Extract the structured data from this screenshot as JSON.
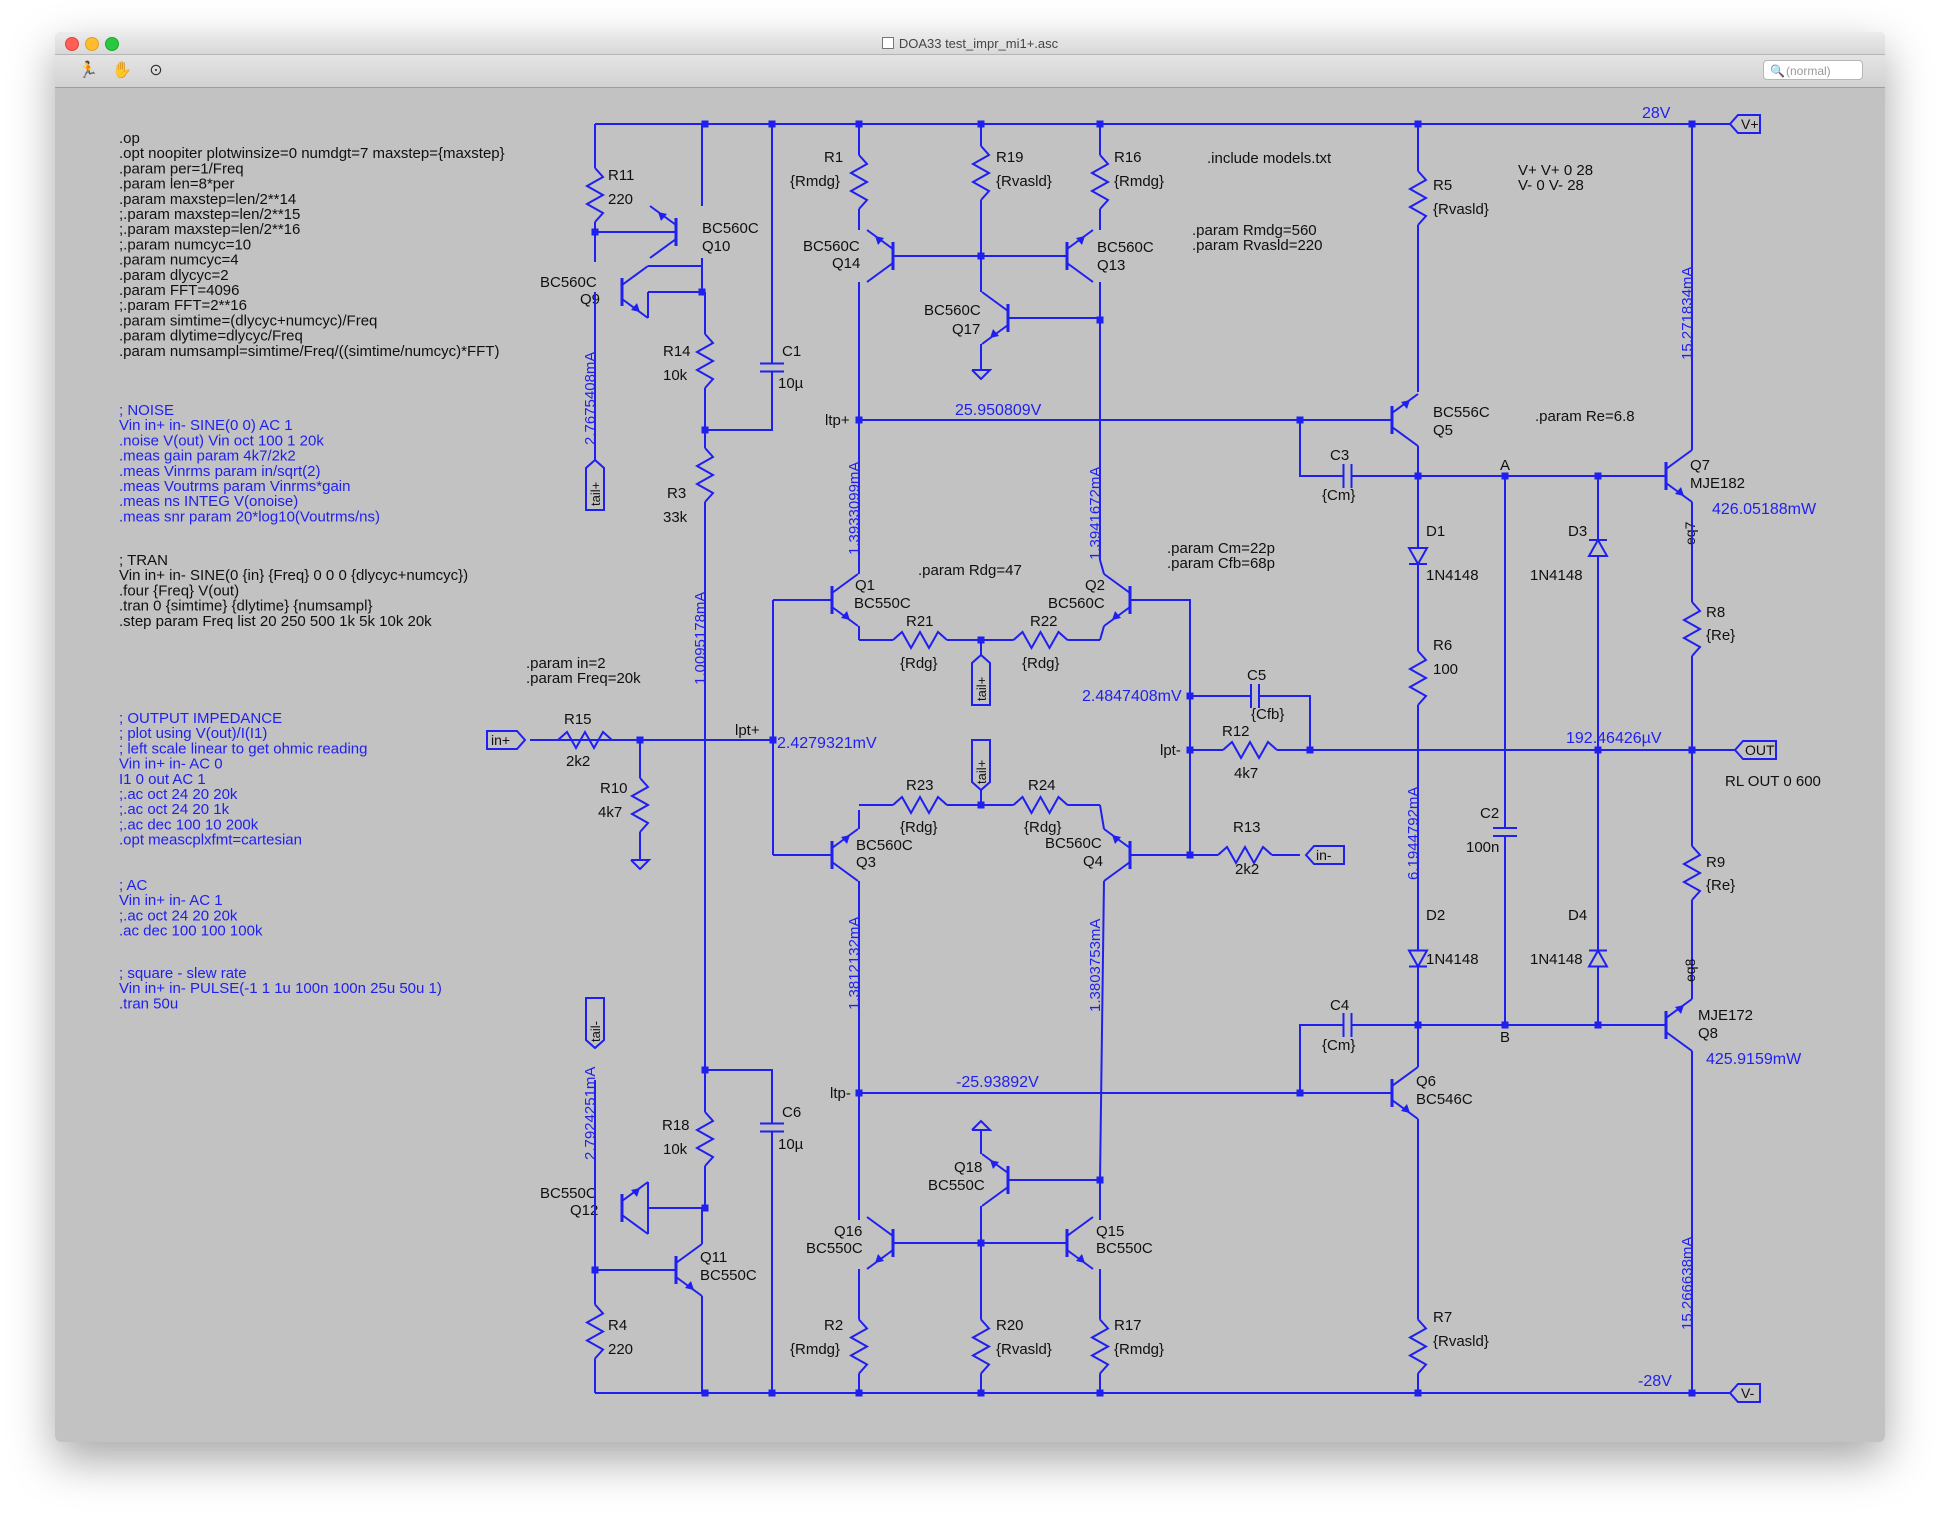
{
  "window": {
    "title": "DOA33 test_impr_mi1+.asc",
    "search_placeholder": "(normal)"
  },
  "toolbar": {
    "icons": [
      "run-icon",
      "halt-hand-icon",
      "probe-icon"
    ]
  },
  "colors": {
    "wire": "#1f1ff0",
    "text": "#101010",
    "background": "#c2c2c2"
  },
  "directives": [
    {
      "color": "black",
      "lines": [
        ".op",
        ".opt noopiter plotwinsize=0 numdgt=7 maxstep={maxstep}",
        ".param per=1/Freq",
        ".param len=8*per",
        ".param maxstep=len/2**14",
        ";.param maxstep=len/2**15",
        ";.param maxstep=len/2**16",
        ";.param numcyc=10",
        ".param numcyc=4",
        ".param dlycyc=2",
        ".param FFT=4096",
        ";.param FFT=2**16",
        ".param simtime=(dlycyc+numcyc)/Freq",
        ".param dlytime=dlycyc/Freq",
        ".param numsampl=simtime/Freq/((simtime/numcyc)*FFT)"
      ]
    },
    {
      "color": "blue",
      "lines": [
        "; NOISE",
        "Vin in+ in- SINE(0 0) AC 1",
        ".noise V(out) Vin oct 100 1 20k",
        ".meas gain param 4k7/2k2",
        ".meas Vinrms param in/sqrt(2)",
        ".meas Voutrms param Vinrms*gain",
        ".meas ns INTEG V(onoise)",
        ".meas snr param 20*log10(Voutrms/ns)"
      ]
    },
    {
      "color": "black",
      "lines": [
        "; TRAN",
        "Vin in+ in- SINE(0 {in} {Freq} 0 0 0 {dlycyc+numcyc})",
        ".four {Freq} V(out)",
        ".tran 0 {simtime} {dlytime} {numsampl}",
        ".step param Freq list 20 250 500 1k 5k 10k 20k"
      ]
    },
    {
      "color": "black",
      "lines": [
        ".param in=2",
        ".param Freq=20k"
      ]
    },
    {
      "color": "blue",
      "lines": [
        "; OUTPUT IMPEDANCE",
        "; plot using V(out)/I(I1)",
        "; left scale linear to get ohmic reading",
        "Vin in+ in- AC 0",
        "I1 0 out AC 1",
        ";.ac oct 24 20 20k",
        ";.ac oct 24 20 1k",
        ";.ac dec 100 10 200k",
        ".opt meascplxfmt=cartesian"
      ]
    },
    {
      "color": "blue",
      "lines": [
        "; AC",
        "Vin in+ in- AC 1",
        ";.ac oct 24 20 20k",
        ".ac dec 100 100 100k"
      ]
    },
    {
      "color": "blue",
      "lines": [
        "; square - slew rate",
        "Vin in+ in- PULSE(-1 1 1u 100n 100n 25u 50u 1)",
        ".tran 50u"
      ]
    },
    {
      "color": "black",
      "lines": [
        ".include models.txt"
      ]
    },
    {
      "color": "black",
      "lines": [
        "V+ V+ 0 28",
        "V- 0 V- 28"
      ]
    },
    {
      "color": "black",
      "lines": [
        ".param Rmdg=560",
        ".param Rvasld=220"
      ]
    },
    {
      "color": "black",
      "lines": [
        ".param Re=6.8"
      ]
    },
    {
      "color": "black",
      "lines": [
        ".param Rdg=47"
      ]
    },
    {
      "color": "black",
      "lines": [
        ".param Cm=22p",
        ".param Cfb=68p"
      ]
    },
    {
      "color": "black",
      "lines": [
        "RL OUT 0 600"
      ]
    }
  ],
  "ports": {
    "vplus": "V+",
    "vminus": "V-",
    "out": "OUT",
    "inplus": "in+",
    "inminus": "in-",
    "tail_plus": "tail+",
    "tail_minus": "tail-"
  },
  "labels": {
    "r11": "R11",
    "r11_val": "220",
    "r14": "R14",
    "r14_val": "10k",
    "r3": "R3",
    "r3_val": "33k",
    "r1": "R1",
    "r1_val": "{Rmdg}",
    "r19": "R19",
    "r19_val": "{Rvasld}",
    "r16": "R16",
    "r16_val": "{Rmdg}",
    "r5": "R5",
    "r5_val": "{Rvasld}",
    "r8": "R8",
    "r8_val": "{Re}",
    "r9": "R9",
    "r9_val": "{Re}",
    "r6": "R6",
    "r6_val": "100",
    "r7": "R7",
    "r7_val": "{Rvasld}",
    "r15": "R15",
    "r15_val": "2k2",
    "r10": "R10",
    "r10_val": "4k7",
    "r12": "R12",
    "r12_val": "4k7",
    "r13": "R13",
    "r13_val": "2k2",
    "r18": "R18",
    "r18_val": "10k",
    "r4": "R4",
    "r4_val": "220",
    "r2": "R2",
    "r2_val": "{Rmdg}",
    "r20": "R20",
    "r20_val": "{Rvasld}",
    "r17": "R17",
    "r17_val": "{Rmdg}",
    "r21": "R21",
    "r21_val": "{Rdg}",
    "r22": "R22",
    "r22_val": "{Rdg}",
    "r23": "R23",
    "r23_val": "{Rdg}",
    "r24": "R24",
    "r24_val": "{Rdg}",
    "c1": "C1",
    "c1_val": "10µ",
    "c6": "C6",
    "c6_val": "10µ",
    "c3": "C3",
    "c3_val": "{Cm}",
    "c4": "C4",
    "c4_val": "{Cm}",
    "c5": "C5",
    "c5_val": "{Cfb}",
    "c2": "C2",
    "c2_val": "100n",
    "d1": "D1",
    "d1_val": "1N4148",
    "d2": "D2",
    "d2_val": "1N4148",
    "d3": "D3",
    "d3_val": "1N4148",
    "d4": "D4",
    "d4_val": "1N4148",
    "q10": "Q10",
    "q10_model": "BC560C",
    "q9": "Q9",
    "q9_model": "BC560C",
    "q14": "Q14",
    "q14_model": "BC560C",
    "q13": "Q13",
    "q13_model": "BC560C",
    "q17": "Q17",
    "q17_model": "BC560C",
    "q5": "Q5",
    "q5_model": "BC556C",
    "q7": "Q7",
    "q7_model": "MJE182",
    "q8": "Q8",
    "q8_model": "MJE172",
    "q6": "Q6",
    "q6_model": "BC546C",
    "q1": "Q1",
    "q1_model": "BC550C",
    "q2": "Q2",
    "q2_model": "BC560C",
    "q3": "Q3",
    "q3_model": "BC560C",
    "q4": "Q4",
    "q4_model": "BC560C",
    "q12": "Q12",
    "q12_model": "BC550C",
    "q11": "Q11",
    "q11_model": "BC550C",
    "q18": "Q18",
    "q18_model": "BC550C",
    "q16": "Q16",
    "q16_model": "BC550C",
    "q15": "Q15",
    "q15_model": "BC550C",
    "net_ltpp": "ltp+",
    "net_ltpm": "ltp-",
    "net_lptp": "lpt+",
    "net_lptm": "lpt-",
    "net_a": "A",
    "net_b": "B",
    "eq7": "eq7",
    "eq8": "eq8"
  },
  "readouts": {
    "v_top": "28V",
    "v_bot": "-28V",
    "v_ltpp": "25.950809V",
    "v_ltpm": "-25.93892V",
    "v_lptp": "2.4279321mV",
    "v_lptm": "2.4847408mV",
    "v_out": "192.46426µV",
    "i_q9": "2.7675408mA",
    "i_r3": "1.0095178mA",
    "i_q12": "2.7924251mA",
    "i_q14": "1.3933099mA",
    "i_q13": "1.3941672mA",
    "i_q3": "1.3812132mA",
    "i_q4": "1.3803753mA",
    "i_d": "6.1944792mA",
    "i_q7": "15.271834mA",
    "i_q8": "15.266638mA",
    "p_q7": "426.05188mW",
    "p_q8": "425.9159mW"
  }
}
